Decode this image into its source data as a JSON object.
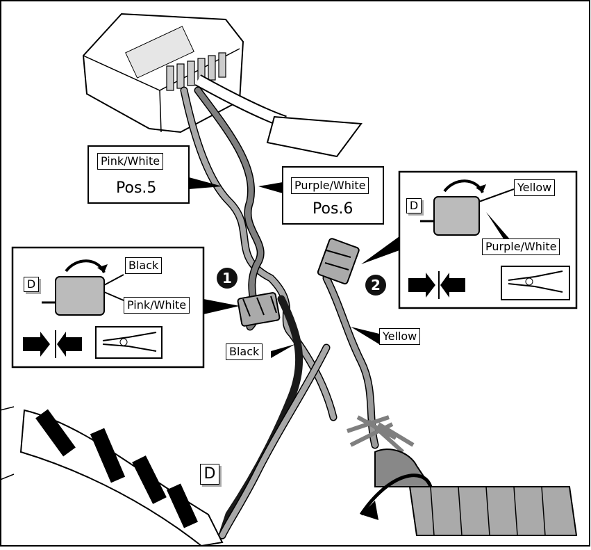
{
  "callouts": {
    "pink_white_box": {
      "title": "Pink/White",
      "pos": "Pos.5"
    },
    "purple_white_box": {
      "title": "Purple/White",
      "pos": "Pos.6"
    },
    "yellow_pointer": "Yellow",
    "black_pointer": "Black"
  },
  "step1": {
    "number": "1",
    "black_label": "Black",
    "wire_label": "Pink/White",
    "d_label": "D"
  },
  "step2": {
    "number": "2",
    "yellow_label": "Yellow",
    "wire_label": "Purple/White",
    "d_label": "D"
  },
  "harness_d_label": "D",
  "colors": {
    "pink_white_wire": "#a8a8a8",
    "purple_white_wire": "#7f7f7f",
    "black_wire": "#1a1a1a",
    "yellow_wire": "#9a9a9a",
    "outline": "#000000",
    "panel_bg": "#ffffff"
  },
  "icons": [
    "connector-icon",
    "arrows-join-icon",
    "pliers-icon",
    "rotate-arrow-icon",
    "wire-loom-icon"
  ]
}
